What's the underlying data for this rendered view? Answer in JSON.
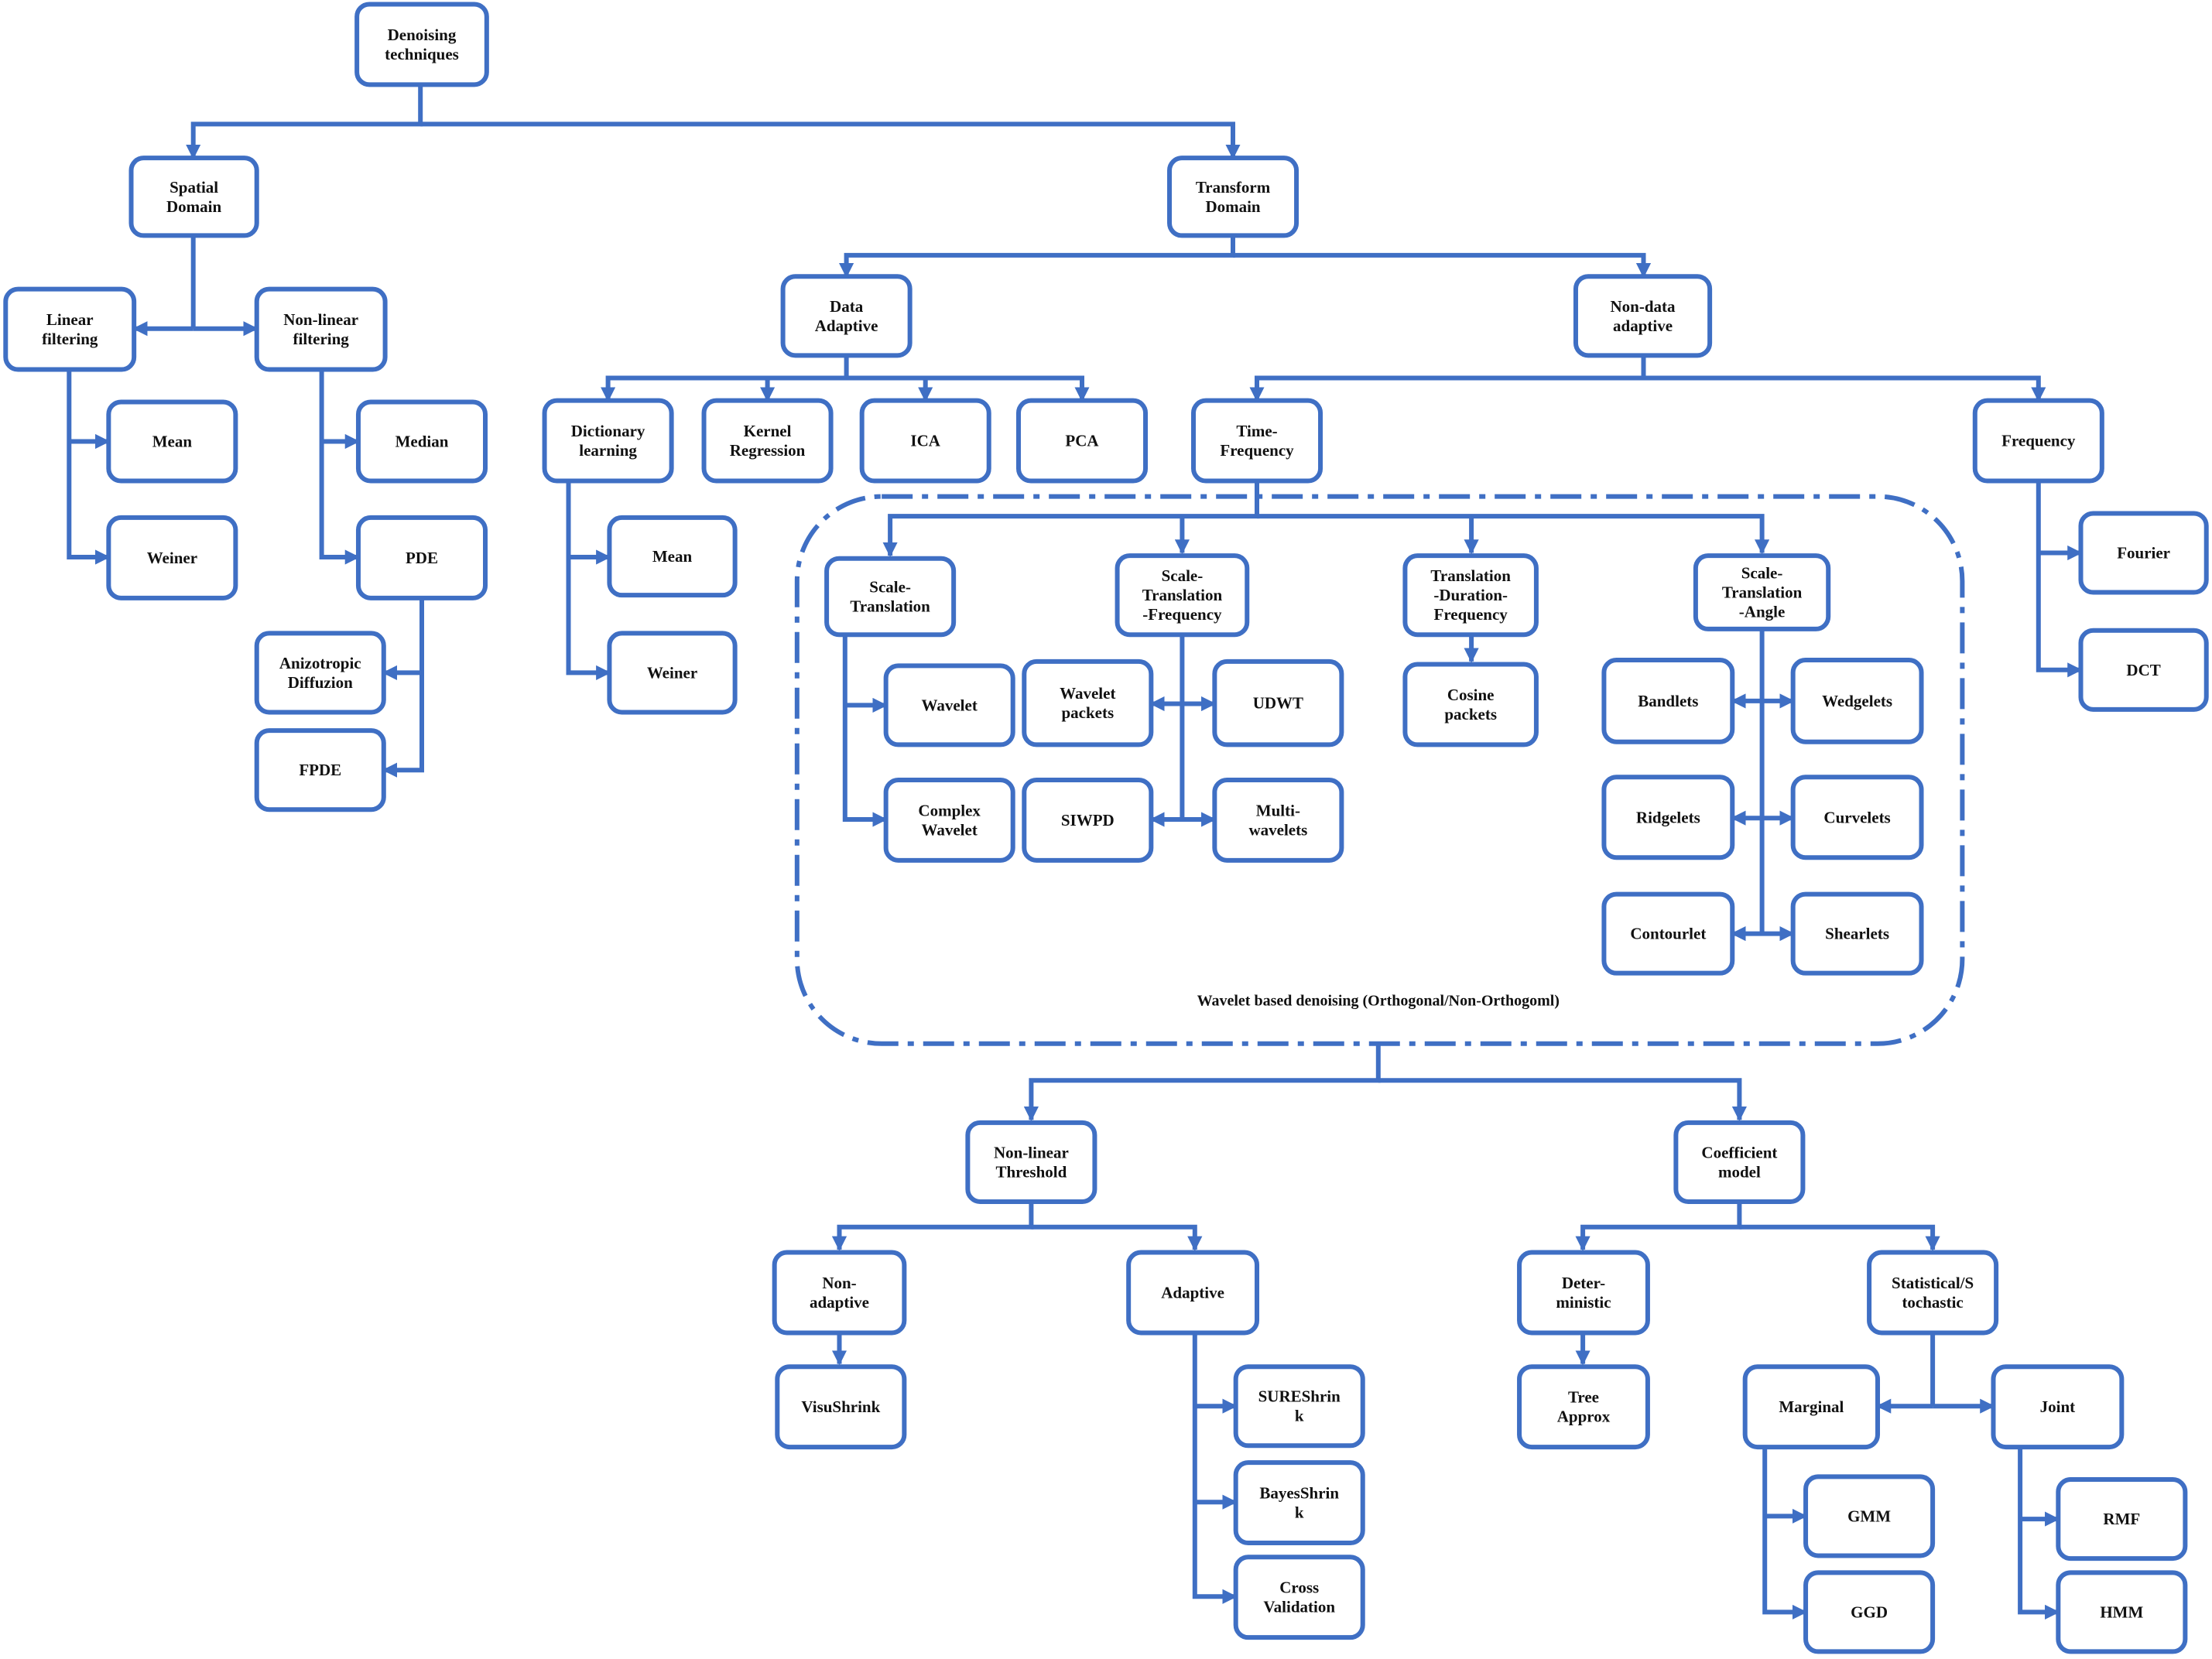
{
  "colors": {
    "stroke": "#3f6fc4",
    "text": "#111111",
    "background": "#ffffff"
  },
  "region_caption": "Wavelet based denoising (Orthogonal/Non-Orthogoml)",
  "nodes": [
    {
      "id": "denoising",
      "lines": [
        "Denoising",
        "techniques"
      ]
    },
    {
      "id": "spatial",
      "lines": [
        "Spatial",
        "Domain"
      ]
    },
    {
      "id": "transform",
      "lines": [
        "Transform",
        "Domain"
      ]
    },
    {
      "id": "linear",
      "lines": [
        "Linear",
        "filtering"
      ]
    },
    {
      "id": "nonlinear",
      "lines": [
        "Non-linear",
        "filtering"
      ]
    },
    {
      "id": "mean1",
      "lines": [
        "Mean"
      ]
    },
    {
      "id": "weiner1",
      "lines": [
        "Weiner"
      ]
    },
    {
      "id": "median",
      "lines": [
        "Median"
      ]
    },
    {
      "id": "pde",
      "lines": [
        "PDE"
      ]
    },
    {
      "id": "aniso",
      "lines": [
        "Anizotropic",
        "Diffuzion"
      ]
    },
    {
      "id": "fpde",
      "lines": [
        "FPDE"
      ]
    },
    {
      "id": "dataadaptive",
      "lines": [
        "Data",
        "Adaptive"
      ]
    },
    {
      "id": "nondata",
      "lines": [
        "Non-data",
        "adaptive"
      ]
    },
    {
      "id": "dictionary",
      "lines": [
        "Dictionary",
        "learning"
      ]
    },
    {
      "id": "kernel",
      "lines": [
        "Kernel",
        "Regression"
      ]
    },
    {
      "id": "ica",
      "lines": [
        "ICA"
      ]
    },
    {
      "id": "pca",
      "lines": [
        "PCA"
      ]
    },
    {
      "id": "mean2",
      "lines": [
        "Mean"
      ]
    },
    {
      "id": "weiner2",
      "lines": [
        "Weiner"
      ]
    },
    {
      "id": "timefreq",
      "lines": [
        "Time-",
        "Frequency"
      ]
    },
    {
      "id": "frequency",
      "lines": [
        "Frequency"
      ]
    },
    {
      "id": "fourier",
      "lines": [
        "Fourier"
      ]
    },
    {
      "id": "dct",
      "lines": [
        "DCT"
      ]
    },
    {
      "id": "scaletrans",
      "lines": [
        "Scale-",
        "Translation"
      ]
    },
    {
      "id": "stf",
      "lines": [
        "Scale-",
        "Translation",
        "-Frequency"
      ]
    },
    {
      "id": "tdf",
      "lines": [
        "Translation",
        "-Duration-",
        "Frequency"
      ]
    },
    {
      "id": "sta",
      "lines": [
        "Scale-",
        "Translation",
        "-Angle"
      ]
    },
    {
      "id": "wavelet",
      "lines": [
        "Wavelet"
      ]
    },
    {
      "id": "complexwavelet",
      "lines": [
        "Complex",
        "Wavelet"
      ]
    },
    {
      "id": "waveletpackets",
      "lines": [
        "Wavelet",
        "packets"
      ]
    },
    {
      "id": "siwpd",
      "lines": [
        "SIWPD"
      ]
    },
    {
      "id": "udwt",
      "lines": [
        "UDWT"
      ]
    },
    {
      "id": "multiwavelets",
      "lines": [
        "Multi-",
        "wavelets"
      ]
    },
    {
      "id": "cosine",
      "lines": [
        "Cosine",
        "packets"
      ]
    },
    {
      "id": "bandlets",
      "lines": [
        "Bandlets"
      ]
    },
    {
      "id": "wedgelets",
      "lines": [
        "Wedgelets"
      ]
    },
    {
      "id": "ridgelets",
      "lines": [
        "Ridgelets"
      ]
    },
    {
      "id": "curvelets",
      "lines": [
        "Curvelets"
      ]
    },
    {
      "id": "contourlet",
      "lines": [
        "Contourlet"
      ]
    },
    {
      "id": "shearlets",
      "lines": [
        "Shearlets"
      ]
    },
    {
      "id": "nlthreshold",
      "lines": [
        "Non-linear",
        "Threshold"
      ]
    },
    {
      "id": "coefmodel",
      "lines": [
        "Coefficient",
        "model"
      ]
    },
    {
      "id": "nonadaptive",
      "lines": [
        "Non-",
        "adaptive"
      ]
    },
    {
      "id": "adaptive",
      "lines": [
        "Adaptive"
      ]
    },
    {
      "id": "visushrink",
      "lines": [
        "VisuShrink"
      ]
    },
    {
      "id": "sureshrink",
      "lines": [
        "SUREShrin",
        "k"
      ]
    },
    {
      "id": "bayesshrink",
      "lines": [
        "BayesShrin",
        "k"
      ]
    },
    {
      "id": "crossval",
      "lines": [
        "Cross",
        "Validation"
      ]
    },
    {
      "id": "deterministic",
      "lines": [
        "Deter-",
        "ministic"
      ]
    },
    {
      "id": "statistical",
      "lines": [
        "Statistical/S",
        "tochastic"
      ]
    },
    {
      "id": "treeapprox",
      "lines": [
        "Tree",
        "Approx"
      ]
    },
    {
      "id": "marginal",
      "lines": [
        "Marginal"
      ]
    },
    {
      "id": "joint",
      "lines": [
        "Joint"
      ]
    },
    {
      "id": "gmm",
      "lines": [
        "GMM"
      ]
    },
    {
      "id": "ggd",
      "lines": [
        "GGD"
      ]
    },
    {
      "id": "rmf",
      "lines": [
        "RMF"
      ]
    },
    {
      "id": "hmm",
      "lines": [
        "HMM"
      ]
    }
  ]
}
